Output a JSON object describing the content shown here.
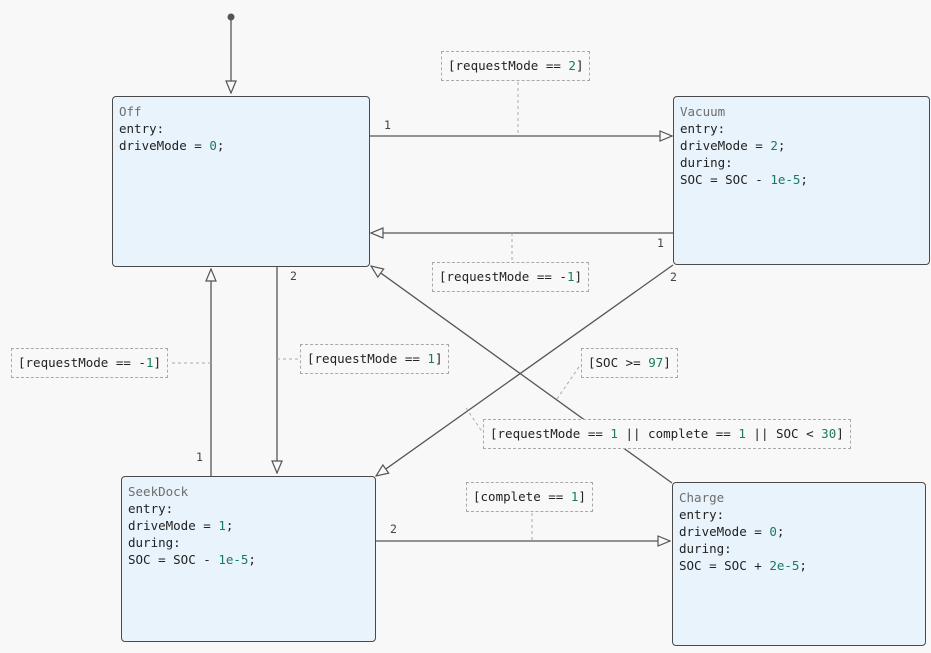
{
  "states": {
    "off": {
      "name": "Off",
      "lines": [
        "entry:",
        "driveMode = 0;"
      ]
    },
    "vacuum": {
      "name": "Vacuum",
      "lines": [
        "entry:",
        "driveMode = 2;",
        "during:",
        "SOC = SOC - 1e-5;"
      ]
    },
    "seekdock": {
      "name": "SeekDock",
      "lines": [
        "entry:",
        "driveMode = 1;",
        "during:",
        "SOC = SOC - 1e-5;"
      ]
    },
    "charge": {
      "name": "Charge",
      "lines": [
        "entry:",
        "driveMode = 0;",
        "during:",
        "SOC = SOC + 2e-5;"
      ]
    }
  },
  "transitions": {
    "off_to_vacuum": {
      "guard": "[requestMode == 2]",
      "priority": "1"
    },
    "vacuum_to_off": {
      "guard": "[requestMode == -1]",
      "priority": "1"
    },
    "vacuum_to_seekdock": {
      "priority": "2"
    },
    "off_to_seekdock": {
      "guard": "[requestMode == 1]",
      "priority": "2"
    },
    "seekdock_to_off": {
      "guard": "[requestMode == -1]",
      "priority": "1"
    },
    "charge_to_off": {
      "guard": "[SOC >= 97]"
    },
    "charge_to_seekdock": {
      "guard": "[requestMode == 1 || complete == 1 || SOC < 30]"
    },
    "seekdock_to_charge": {
      "guard": "[complete == 1]",
      "priority": "2"
    }
  }
}
